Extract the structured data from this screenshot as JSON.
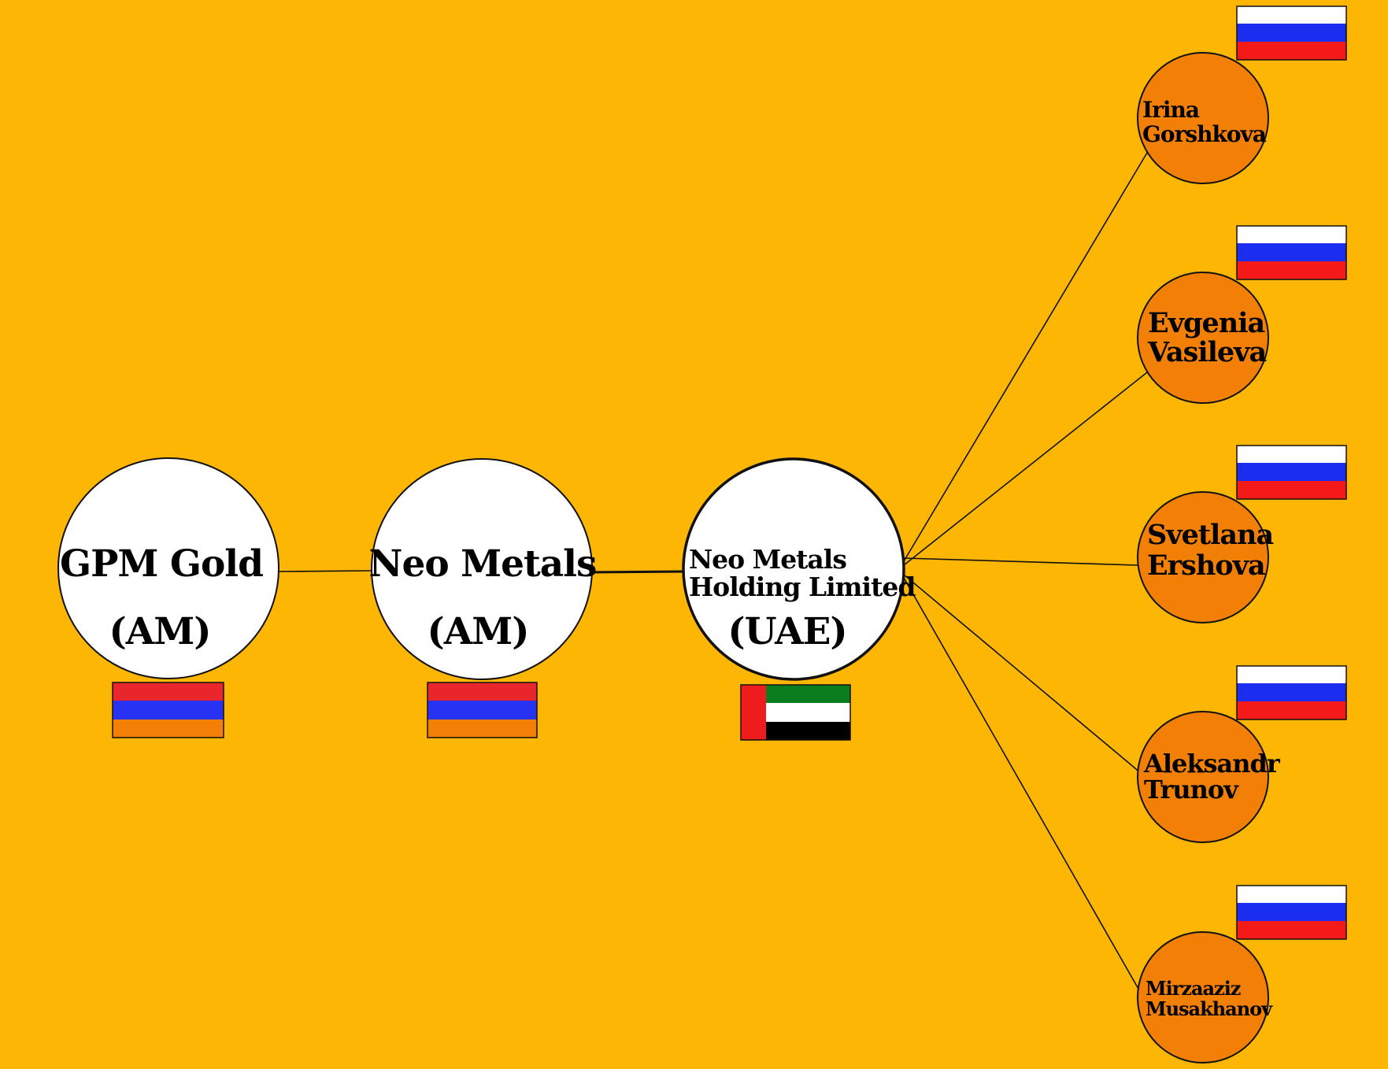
{
  "colors": {
    "background": "#FCB603",
    "company_fill": "#FFFFFF",
    "person_fill": "#F28006",
    "outline": "#111111"
  },
  "flags": {
    "armenia": [
      "#E8262B",
      "#2732F2",
      "#F28006"
    ],
    "russia": [
      "#FFFFFF",
      "#1B2EF0",
      "#F51A1A"
    ],
    "uae": {
      "hoist": "#EE1C1C",
      "stripes": [
        "#0A7D1E",
        "#FFFFFF",
        "#000000"
      ]
    }
  },
  "companies": [
    {
      "id": "gpm-gold",
      "name": "GPM Gold",
      "country": "(AM)",
      "flag": "armenia-flag"
    },
    {
      "id": "neo-metals",
      "name": "Neo Metals",
      "country": "(AM)",
      "flag": "armenia-flag"
    },
    {
      "id": "neo-metals-holding",
      "name_line1": "Neo Metals",
      "name_line2": "Holding Limited",
      "country": "(UAE)",
      "flag": "uae-flag"
    }
  ],
  "people": [
    {
      "id": "irina-gorshkova",
      "first": "Irina",
      "last": "Gorshkova",
      "flag": "russia-flag"
    },
    {
      "id": "evgenia-vasileva",
      "first": "Evgenia",
      "last": "Vasileva",
      "flag": "russia-flag"
    },
    {
      "id": "svetlana-ershova",
      "first": "Svetlana",
      "last": "Ershova",
      "flag": "russia-flag"
    },
    {
      "id": "aleksandr-trunov",
      "first": "Aleksandr",
      "last": "Trunov",
      "flag": "russia-flag"
    },
    {
      "id": "mirzaaziz-musakhanov",
      "first": "Mirzaaziz",
      "last": "Musakhanov",
      "flag": "russia-flag"
    }
  ]
}
